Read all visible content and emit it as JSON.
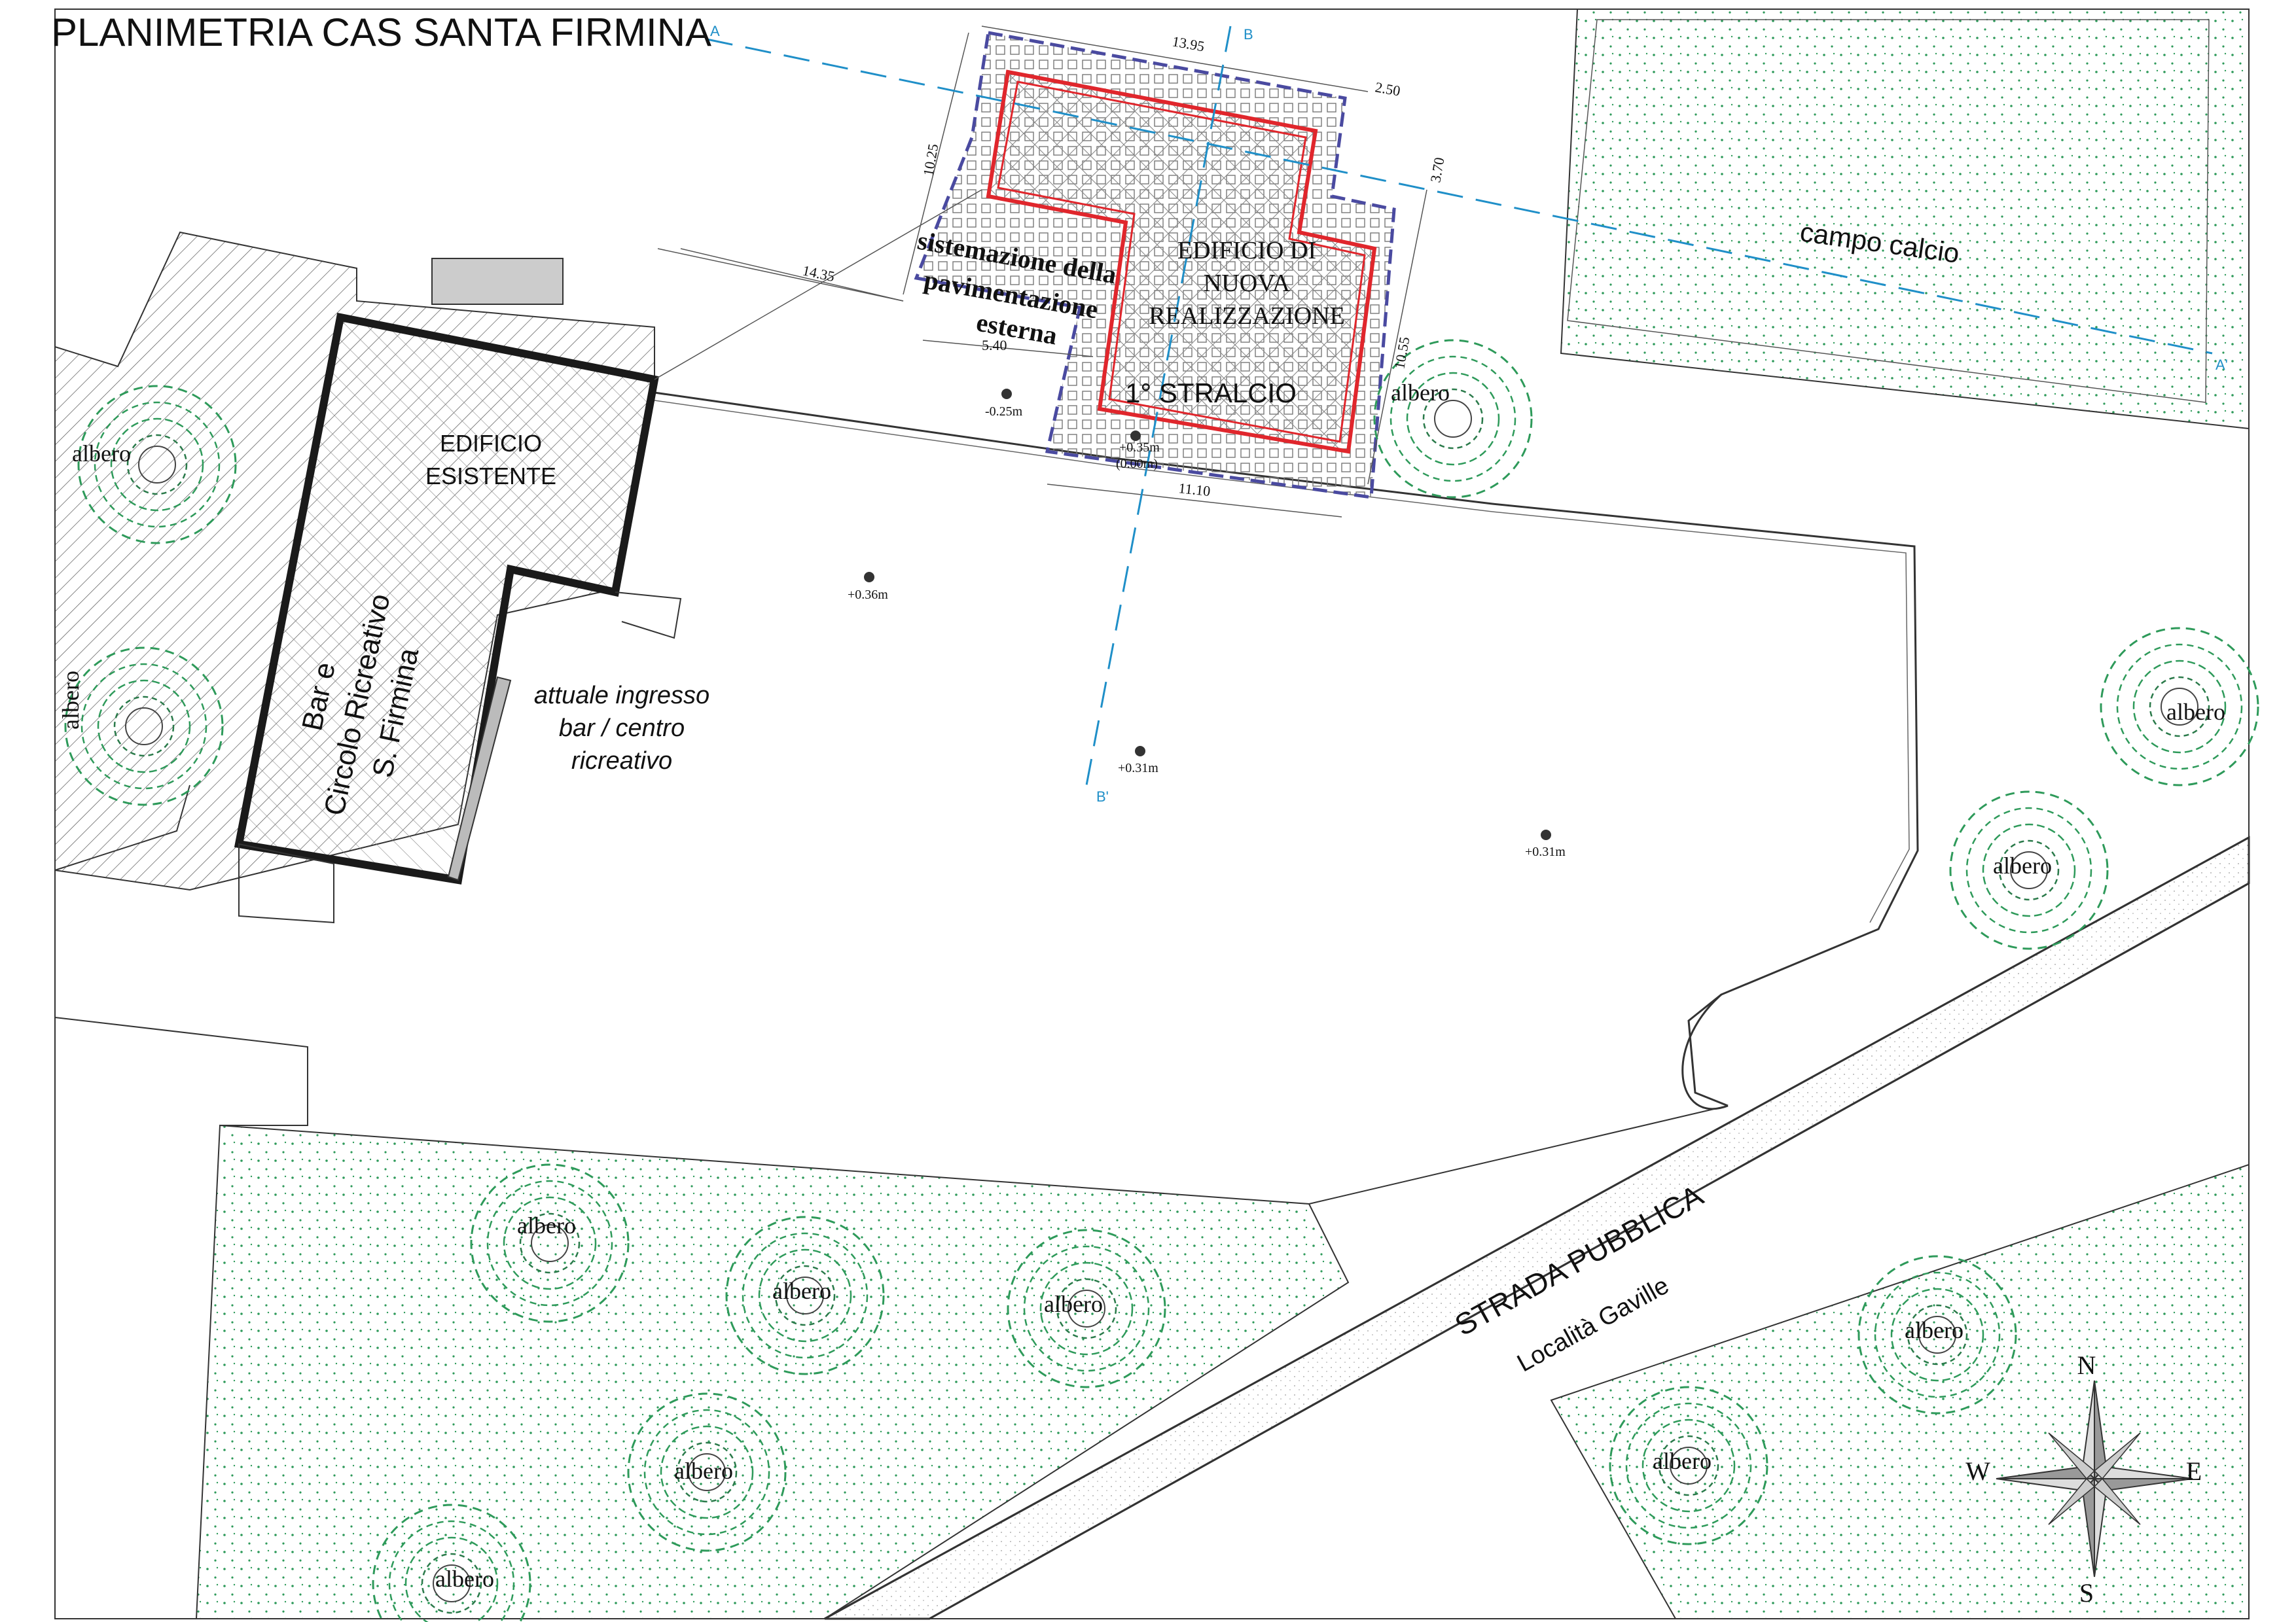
{
  "title": "PLANIMETRIA CAS SANTA FIRMINA",
  "new_building": {
    "label_line1": "EDIFICIO DI",
    "label_line2": "NUOVA",
    "label_line3": "REALIZZAZIONE",
    "phase": "1° STRALCIO"
  },
  "paving": {
    "line1": "sistemazione della",
    "line2": "pavimentazione",
    "line3": "esterna"
  },
  "existing_building": {
    "line1": "EDIFICIO",
    "line2": "ESISTENTE",
    "rot_line1": "Bar e",
    "rot_line2": "Circolo Ricreativo",
    "rot_line3": "S. Firmina"
  },
  "entrance": {
    "line1": "attuale ingresso",
    "line2": "bar / centro",
    "line3": "ricreativo"
  },
  "field_label": "campo calcio",
  "road": {
    "name": "STRADA PUBBLICA",
    "locality": "Località Gaville"
  },
  "tree_label": "albero",
  "dimensions": {
    "d1": "13.95",
    "d2": "2.50",
    "d3": "10.25",
    "d4": "3.70",
    "d5": "14.35",
    "d6": "5.40",
    "d7": "10.55",
    "d8": "11.10"
  },
  "elevations": {
    "e1": "-0.25m",
    "e2": "+0.35m",
    "e2b": "(0.00m)",
    "e3": "+0.36m",
    "e4": "+0.31m",
    "e5": "+0.31m"
  },
  "section_marks": {
    "b": "B",
    "b_prime": "B'",
    "a": "A",
    "a_prime": "A'"
  },
  "compass": {
    "n": "N",
    "s": "S",
    "e": "E",
    "w": "W"
  },
  "colors": {
    "tree": "#2e9a5a",
    "new_outline": "#e0262c",
    "paving_outline": "#4a4aa0",
    "section_line": "#1f8fc8",
    "lines": "#333333"
  }
}
